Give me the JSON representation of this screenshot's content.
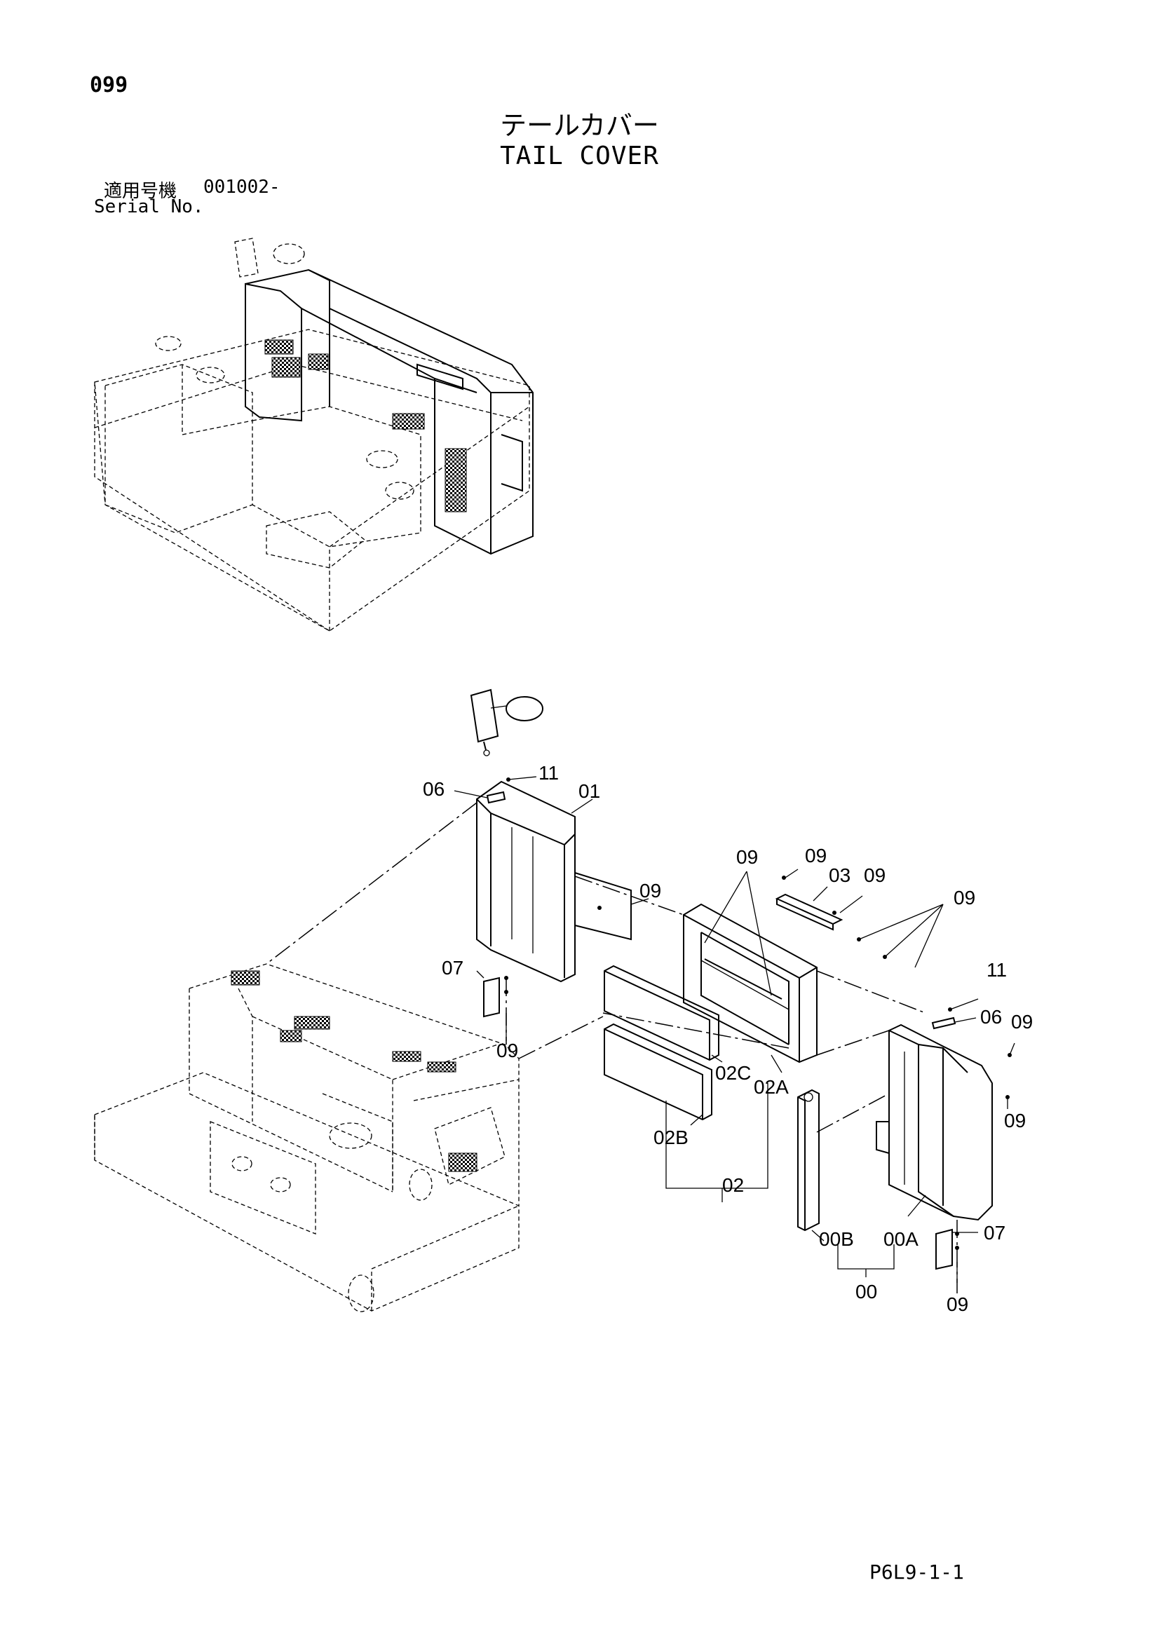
{
  "page": {
    "number": "099",
    "title_jp": "テールカバー",
    "title_en": "TAIL COVER",
    "serial_label_jp": "適用号機",
    "serial_value": "001002-",
    "serial_label_en": "Serial No.",
    "doc_code": "P6L9-1-1"
  },
  "callouts": {
    "c11a": "11",
    "c06a": "06",
    "c01": "01",
    "c09a": "09",
    "c07a": "07",
    "c09b": "09",
    "c09c": "09",
    "c09d": "09",
    "c03": "03",
    "c09e": "09",
    "c09f": "09",
    "c11b": "11",
    "c06b": "06",
    "c09g": "09",
    "c09h": "09",
    "c02c": "02C",
    "c02a": "02A",
    "c02b": "02B",
    "c02": "02",
    "c00b": "00B",
    "c00a": "00A",
    "c00": "00",
    "c07b": "07",
    "c09i": "09"
  }
}
